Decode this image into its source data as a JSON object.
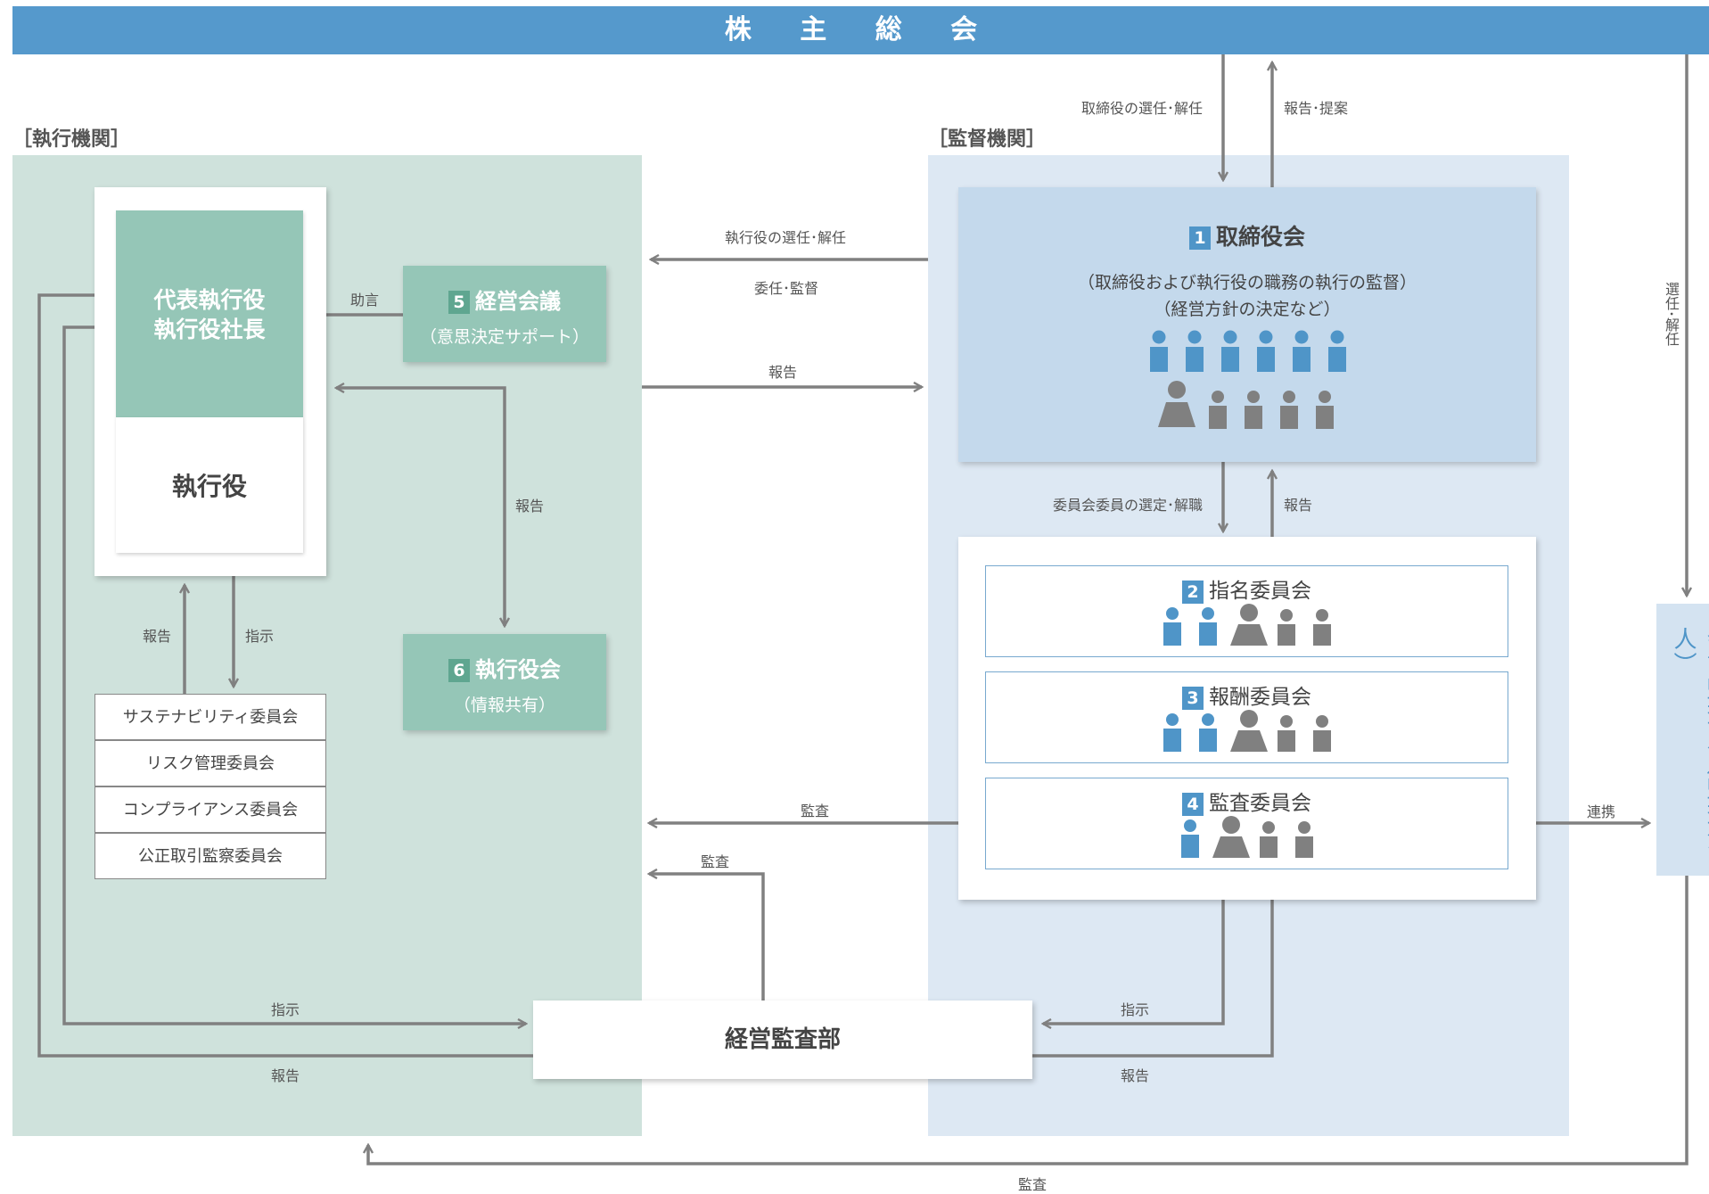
{
  "header": {
    "title": "株 主 総 会"
  },
  "sections": {
    "execution": "［執行機関］",
    "supervision": "［監督機関］"
  },
  "exec": {
    "ceo_line1": "代表執行役",
    "ceo_line2": "執行役社長",
    "officers": "執行役",
    "mgmt_meeting": {
      "num": "5",
      "title": "経営会議",
      "sub": "（意思決定サポート）"
    },
    "exec_council": {
      "num": "6",
      "title": "執行役会",
      "sub": "（情報共有）"
    },
    "committees": [
      "サステナビリティ委員会",
      "リスク管理委員会",
      "コンプライアンス委員会",
      "公正取引監察委員会"
    ]
  },
  "board": {
    "num": "1",
    "title": "取締役会",
    "sub1": "（取締役および執行役の職務の執行の監督）",
    "sub2": "（経営方針の決定など）",
    "people_blue": 6,
    "people_gray": 5
  },
  "subcommittees": [
    {
      "num": "2",
      "title": "指名委員会",
      "blue": 2,
      "gray": 3
    },
    {
      "num": "3",
      "title": "報酬委員会",
      "blue": 2,
      "gray": 3
    },
    {
      "num": "4",
      "title": "監査委員会",
      "blue": 1,
      "gray": 3
    }
  ],
  "audit_dept": "経営監査部",
  "auditor": "会計監査人（監査法人）",
  "arrows": {
    "elect_dismiss_directors": "取締役の選任･解任",
    "report_proposal": "報告･提案",
    "elect_dismiss_officers": "執行役の選任･解任",
    "delegate_supervise": "委任･監督",
    "report": "報告",
    "advice": "助言",
    "instruct": "指示",
    "member_select": "委員会委員の選定･解職",
    "audit": "監査",
    "cooperation": "連携",
    "auditor_elect": "選任･解任"
  },
  "colors": {
    "header": "#5599cc",
    "exec_bg": "#cfe2dc",
    "sup_bg": "#dde8f3",
    "green": "#95c6b7",
    "person_blue": "#4f95c8",
    "person_gray": "#808080"
  }
}
